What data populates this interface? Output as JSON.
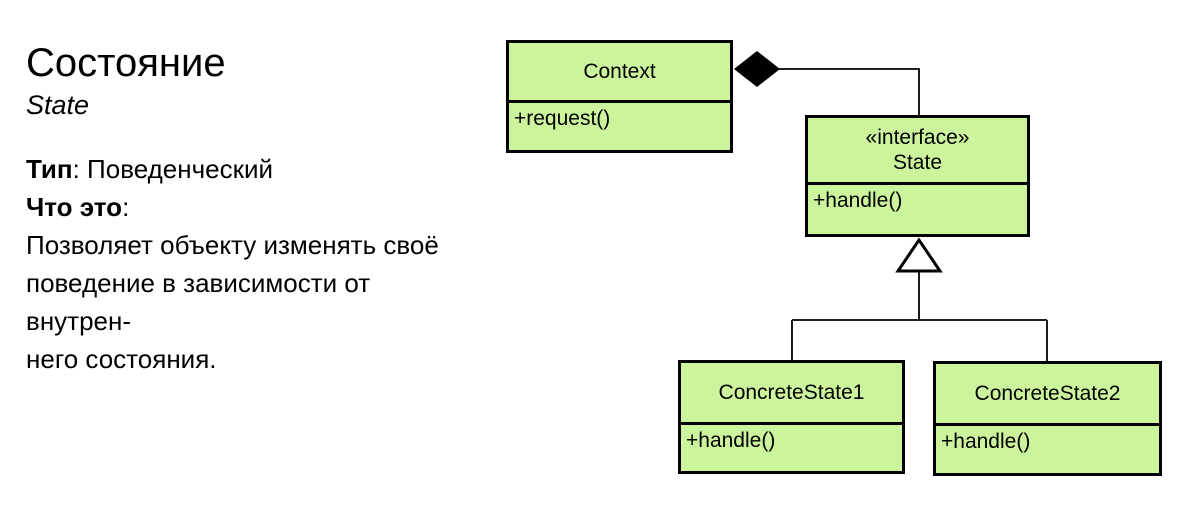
{
  "left_panel": {
    "title": "Состояние",
    "subtitle": "State",
    "type_line": {
      "label": "Тип",
      "rest": ": Поведенческий"
    },
    "what_line": {
      "label": "Что это",
      "rest": ":"
    },
    "description_lines": [
      "Позволяет объекту изменять своё",
      "поведение в зависимости от внутрен-",
      "него состояния."
    ]
  },
  "diagram": {
    "classes": {
      "context": {
        "name": "Context",
        "methods": "+request()"
      },
      "state": {
        "stereotype": "«interface»",
        "name": "State",
        "methods": "+handle()"
      },
      "concrete1": {
        "name": "ConcreteState1",
        "methods": "+handle()"
      },
      "concrete2": {
        "name": "ConcreteState2",
        "methods": "+handle()"
      }
    },
    "relations": [
      {
        "type": "aggregation",
        "from": "Context",
        "to": "State"
      },
      {
        "type": "inheritance",
        "from": "ConcreteState1",
        "to": "State"
      },
      {
        "type": "inheritance",
        "from": "ConcreteState2",
        "to": "State"
      }
    ],
    "colors": {
      "class_fill": "#ccf49c",
      "class_border": "#000000",
      "connector": "#000000",
      "background": "#ffffff"
    }
  }
}
